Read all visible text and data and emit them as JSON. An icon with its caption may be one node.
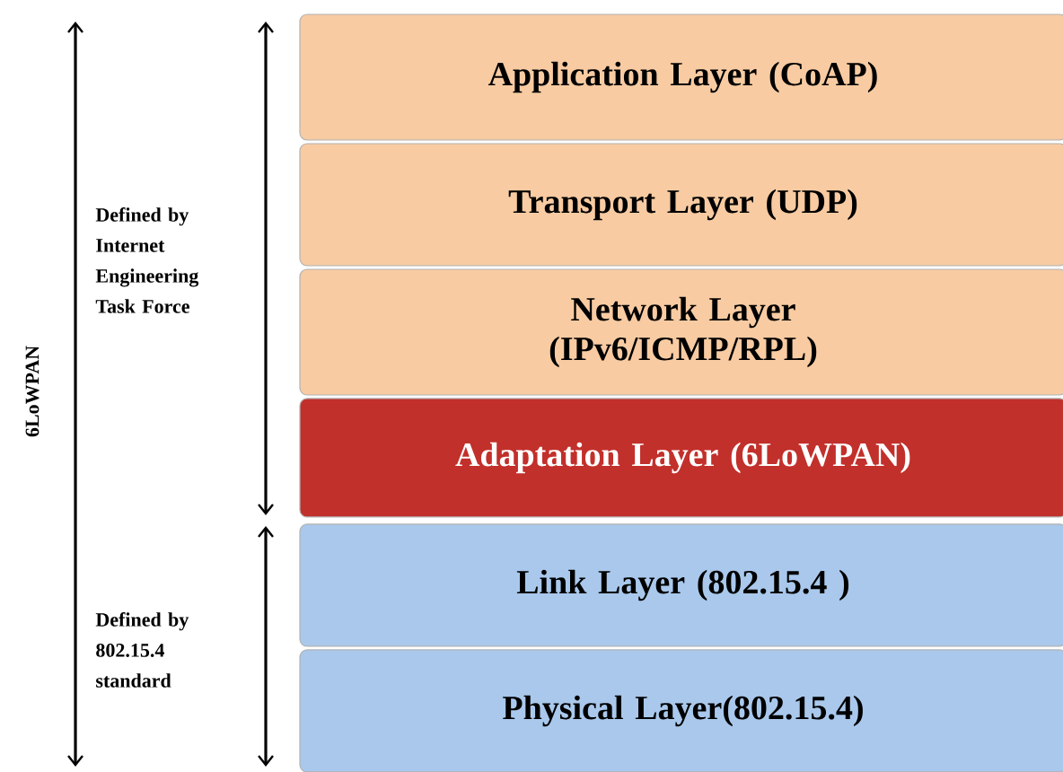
{
  "diagram": {
    "nodes": [
      {
        "text": [
          "Application Layer (CoAP)"
        ]
      },
      {
        "text": [
          "Transport Layer (UDP)"
        ]
      },
      {
        "text": [
          "Network Layer (IPv6/ICMP/RPL)"
        ]
      },
      {
        "text": [
          "Adaptation Layer (6LoWPAN)"
        ]
      },
      {
        "text": [
          "Link Layer (802.15.4 )"
        ]
      },
      {
        "text": [
          "Physical Layer(802.15.4)"
        ]
      }
    ],
    "labels": [
      "6LoWPAN",
      "Defined by Internet Engineering Task Force",
      "Defined by 802.15.4 standard"
    ]
  }
}
